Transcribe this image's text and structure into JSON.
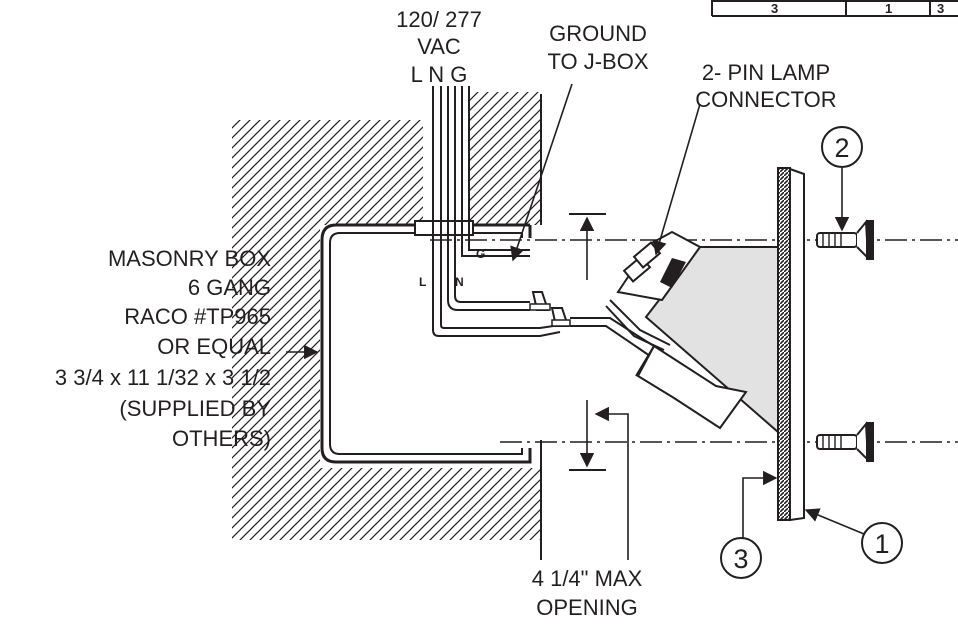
{
  "supply": {
    "voltage": "120/ 277",
    "vac": "VAC",
    "wires": "L N G"
  },
  "ground": {
    "line1": "GROUND",
    "line2": "TO J-BOX"
  },
  "lamp_connector": {
    "line1": "2- PIN LAMP",
    "line2": "CONNECTOR"
  },
  "masonry_box": [
    "MASONRY BOX",
    "6 GANG",
    "RACO #TP965",
    "OR EQUAL",
    "3 3/4 x 11 1/32 x 3 1/2",
    "(SUPPLIED BY",
    "OTHERS)"
  ],
  "opening": {
    "line1": "4 1/4\" MAX",
    "line2": "OPENING"
  },
  "wire_tags": {
    "ground": "G",
    "line": "L",
    "neutral": "N"
  },
  "callouts": {
    "fixture": "1",
    "screw": "2",
    "gasket": "3"
  },
  "table_fragment": [
    "3",
    "1",
    "3"
  ]
}
